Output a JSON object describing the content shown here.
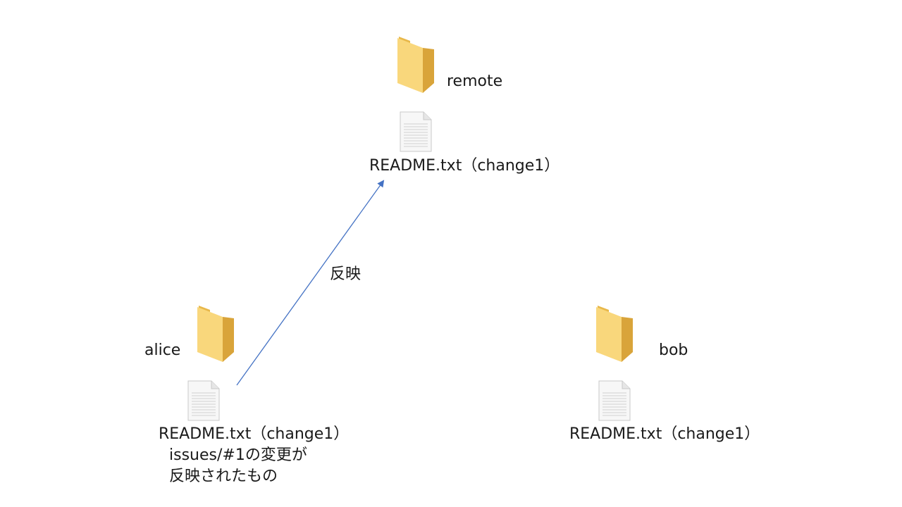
{
  "nodes": {
    "remote": {
      "folder_label": "remote",
      "file_label": "README.txt（change1）"
    },
    "alice": {
      "folder_label": "alice",
      "file_label": "README.txt（change1）",
      "note_line1": "issues/#1の変更が",
      "note_line2": "反映されたもの"
    },
    "bob": {
      "folder_label": "bob",
      "file_label": "README.txt（change1）"
    }
  },
  "edges": [
    {
      "from": "alice",
      "to": "remote",
      "label": "反映"
    }
  ],
  "colors": {
    "folder_front": "#F9D77C",
    "folder_back": "#E8B84A",
    "folder_shadow": "#D9A43A",
    "document_fill": "#F7F7F7",
    "document_stroke": "#C8C8C8",
    "document_lines": "#D0D0D0",
    "arrow": "#4472C4"
  },
  "icons": {
    "folder": "folder-icon",
    "file": "document-icon"
  }
}
